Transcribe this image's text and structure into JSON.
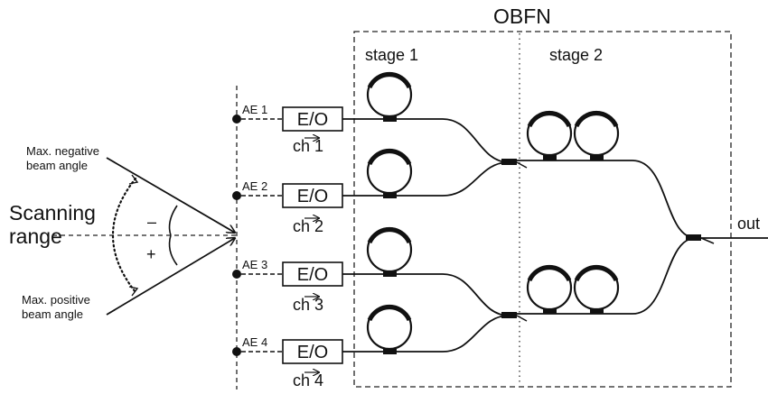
{
  "diagram": {
    "title": "OBFN",
    "stage1_label": "stage 1",
    "stage2_label": "stage 2",
    "scanning_label_line1": "Scanning",
    "scanning_label_line2": "range",
    "max_negative_line1": "Max. negative",
    "max_negative_line2": "beam angle",
    "max_positive_line1": "Max. positive",
    "max_positive_line2": "beam angle",
    "minus_sign": "–",
    "plus_sign": "+",
    "output_label": "out",
    "channels": [
      {
        "element": "AE 1",
        "converter": "E/O",
        "channel": "ch 1"
      },
      {
        "element": "AE 2",
        "converter": "E/O",
        "channel": "ch 2"
      },
      {
        "element": "AE 3",
        "converter": "E/O",
        "channel": "ch 3"
      },
      {
        "element": "AE 4",
        "converter": "E/O",
        "channel": "ch 4"
      }
    ]
  }
}
